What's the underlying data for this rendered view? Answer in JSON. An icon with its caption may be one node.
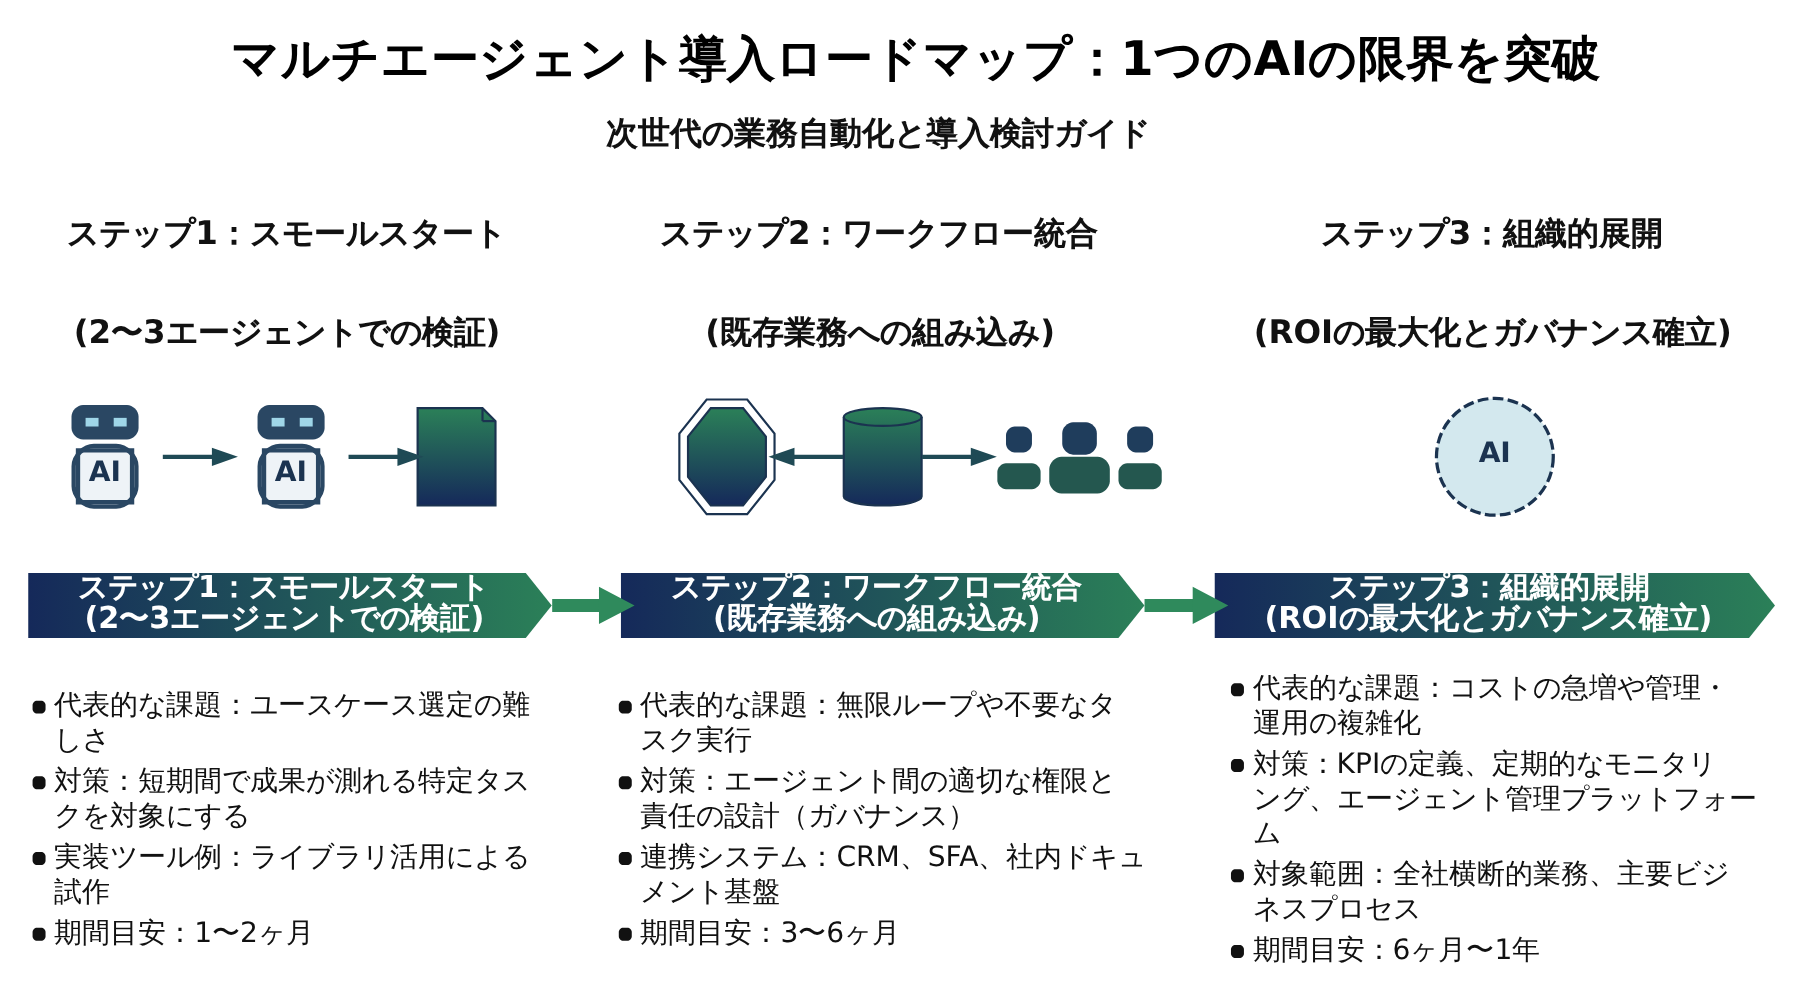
{
  "diagram": {
    "title": "マルチエージェント導入ロードマップ：1つのAIの限界を突破",
    "nodes": [
      {
        "text": [
          "AI"
        ]
      },
      {
        "text": [
          "AI"
        ]
      },
      {
        "text": [],
        "shape": "picture"
      },
      {
        "text": [],
        "shape": "picture"
      },
      {
        "text": [],
        "shape": "cylinder"
      },
      {
        "text": [],
        "shape": "person"
      },
      {
        "text": [
          "AI"
        ]
      },
      {
        "text": [
          "ステップ1：スモールスタート",
          "(2〜3エージェントでの検証)"
        ],
        "beside": [
          "代表的な課題：ユースケース選定の難しさ",
          "対策：短期間で成果が測れる特定タスクを対象にする",
          "実装ツール例：ライブラリ活用による試作",
          "期間目安：1〜2ヶ月"
        ]
      },
      {
        "text": [
          "ステップ2：ワークフロー統合",
          "(既存業務への組み込み)"
        ],
        "beside": [
          "代表的な課題：無限ループや不要なタスク実行",
          "対策：エージェント間の適切な権限と責任の設計（ガバナンス）",
          "連携システム：CRM、SFA、社内ドキュメント基盤",
          "期間目安：3〜6ヶ月"
        ]
      },
      {
        "text": [
          "ステップ3：組織的展開",
          "(ROIの最大化とガバナンス確立)"
        ],
        "beside": [
          "代表的な課題：コストの急増や管理・運用の複雑化",
          "対策：KPIの定義、定期的なモニタリング、エージェント管理プラットフォーム",
          "対象範囲：全社横断的業務、主要ビジネスプロセス",
          "期間目安：6ヶ月〜1年"
        ]
      }
    ],
    "edges": [
      {
        "from": 0,
        "to": 1,
        "arrow": "to"
      },
      {
        "from": 1,
        "to": 2,
        "arrow": "to"
      },
      {
        "from": 4,
        "to": 3,
        "arrow": "to"
      },
      {
        "from": 4,
        "to": 5,
        "arrow": "to"
      },
      {
        "from": 7,
        "to": 8,
        "arrow": "to",
        "style": "thick",
        "color": "#2f8a5c"
      },
      {
        "from": 8,
        "to": 9,
        "arrow": "to",
        "style": "thick",
        "color": "#2f8a5c"
      }
    ],
    "labels": [
      "次世代の業務自動化と導入検討ガイド",
      "ステップ1：スモールスタート",
      "(2〜3エージェントでの検証)",
      "ステップ2：ワークフロー統合",
      "(既存業務への組み込み)",
      "ステップ3：組織的展開",
      "(ROIの最大化とガバナンス確立)"
    ]
  }
}
